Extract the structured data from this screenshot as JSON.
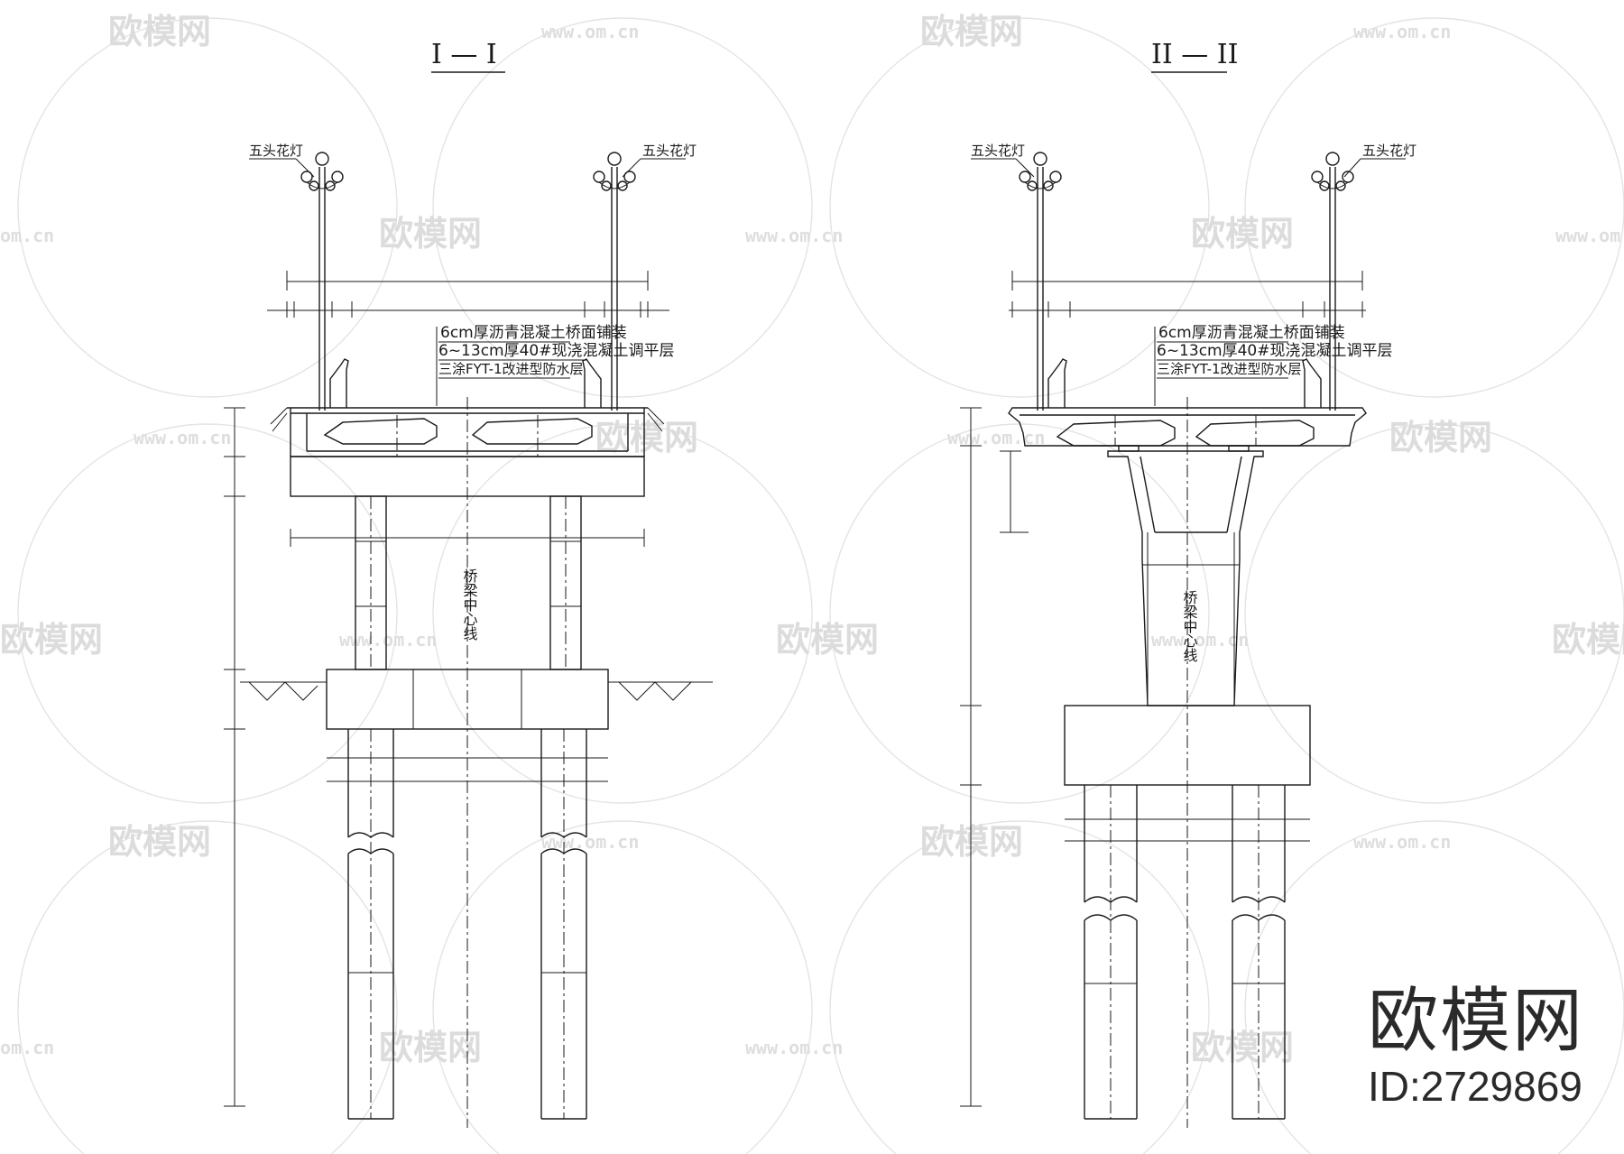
{
  "watermark": {
    "logo_text": "欧模网",
    "url_text": "www.om.cn",
    "url_short": "om.cn"
  },
  "brand": {
    "name": "欧模网",
    "id": "ID:2729869"
  },
  "section_left": {
    "title": "I — I",
    "lamp_left": "五头花灯",
    "lamp_right": "五头花灯",
    "note_1": "6cm厚沥青混凝土桥面铺装",
    "note_2": "6~13cm厚40#现浇混凝土调平层",
    "note_3": "三涂FYT-1改进型防水层",
    "centerline_label": "桥梁中心线"
  },
  "section_right": {
    "title": "II — II",
    "lamp_left": "五头花灯",
    "lamp_right": "五头花灯",
    "note_1": "6cm厚沥青混凝土桥面铺装",
    "note_2": "6~13cm厚40#现浇混凝土调平层",
    "note_3": "三涂FYT-1改进型防水层",
    "centerline_label": "桥梁中心线"
  },
  "colors": {
    "line": "#1a1a1a",
    "watermark": "#dcdcdc",
    "background": "#ffffff"
  }
}
